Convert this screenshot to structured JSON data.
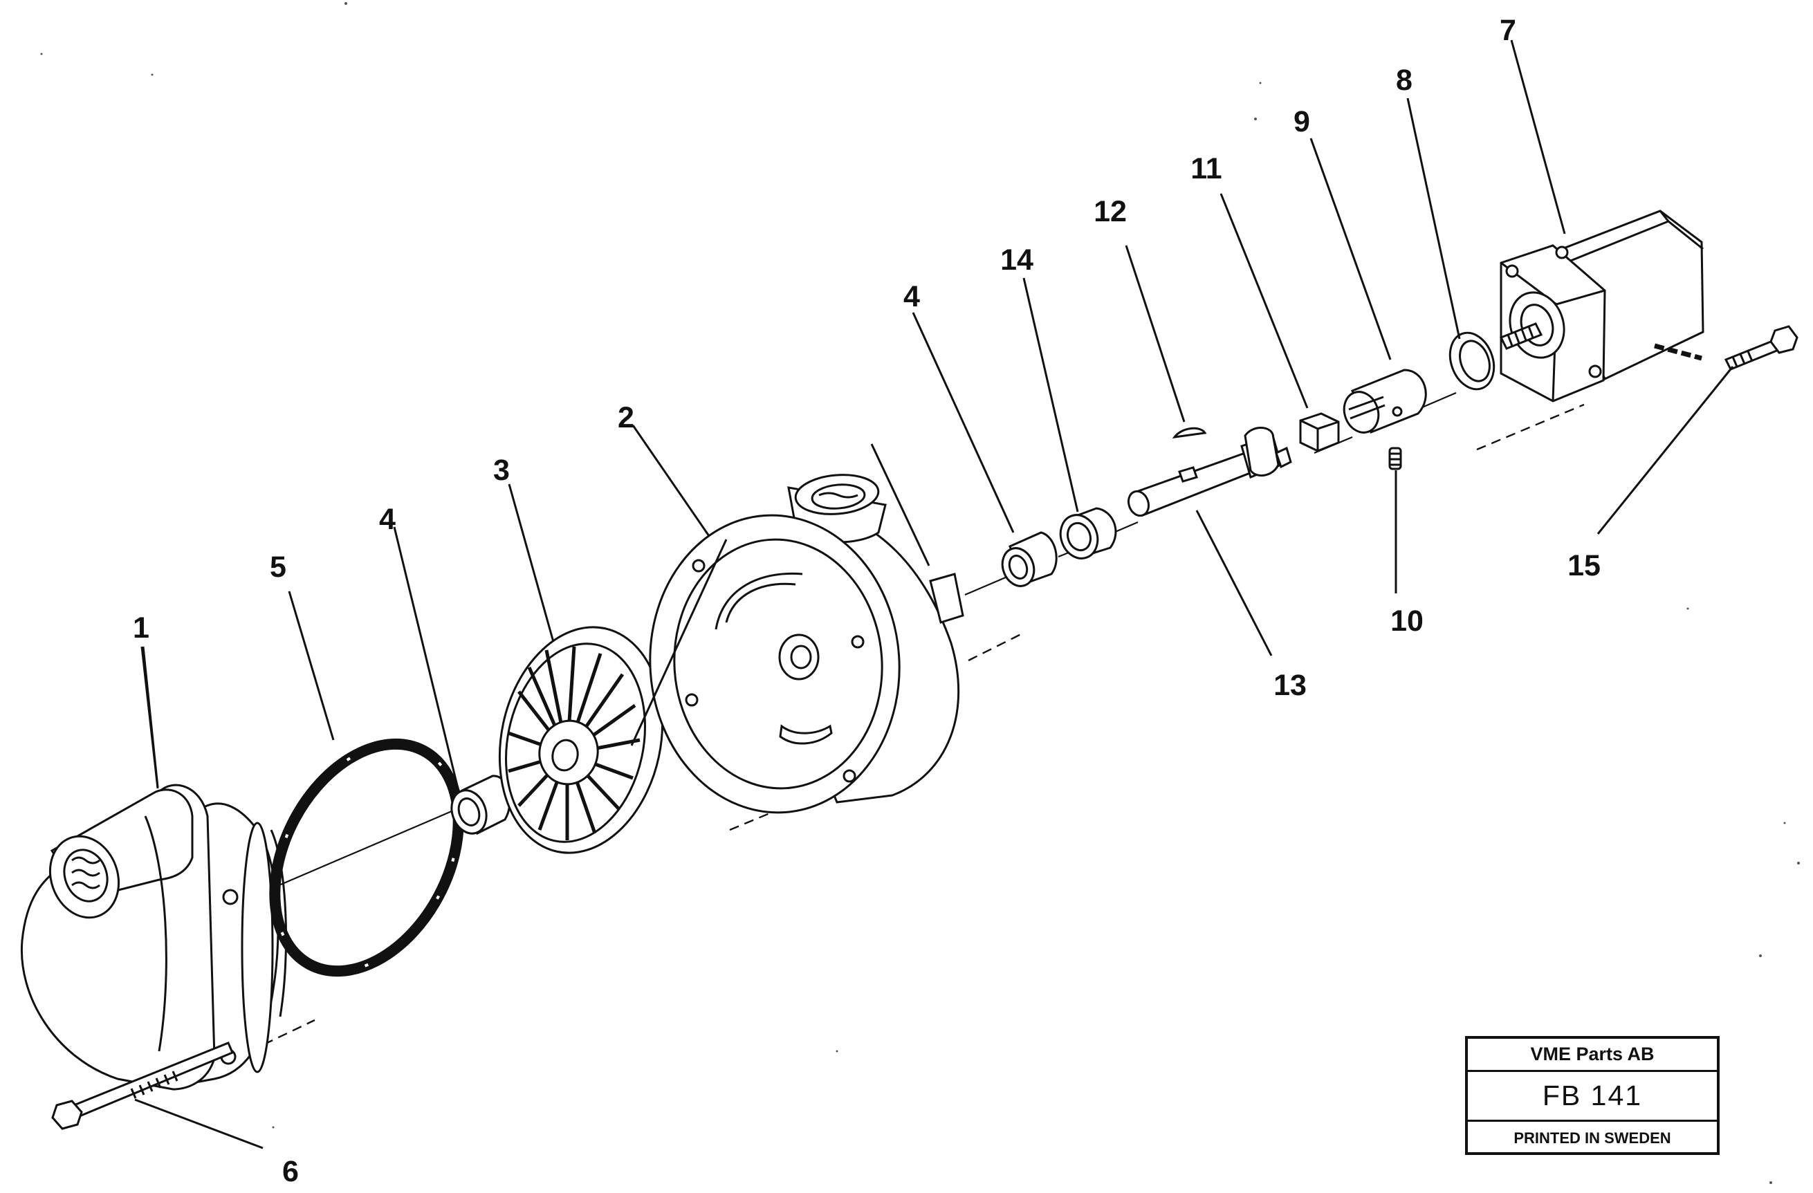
{
  "callouts": [
    "1",
    "2",
    "3",
    "4",
    "4",
    "5",
    "6",
    "7",
    "8",
    "9",
    "10",
    "11",
    "12",
    "13",
    "14",
    "15"
  ],
  "title_block": {
    "company": "VME Parts AB",
    "code": "FB 141",
    "printed": "PRINTED IN SWEDEN"
  }
}
